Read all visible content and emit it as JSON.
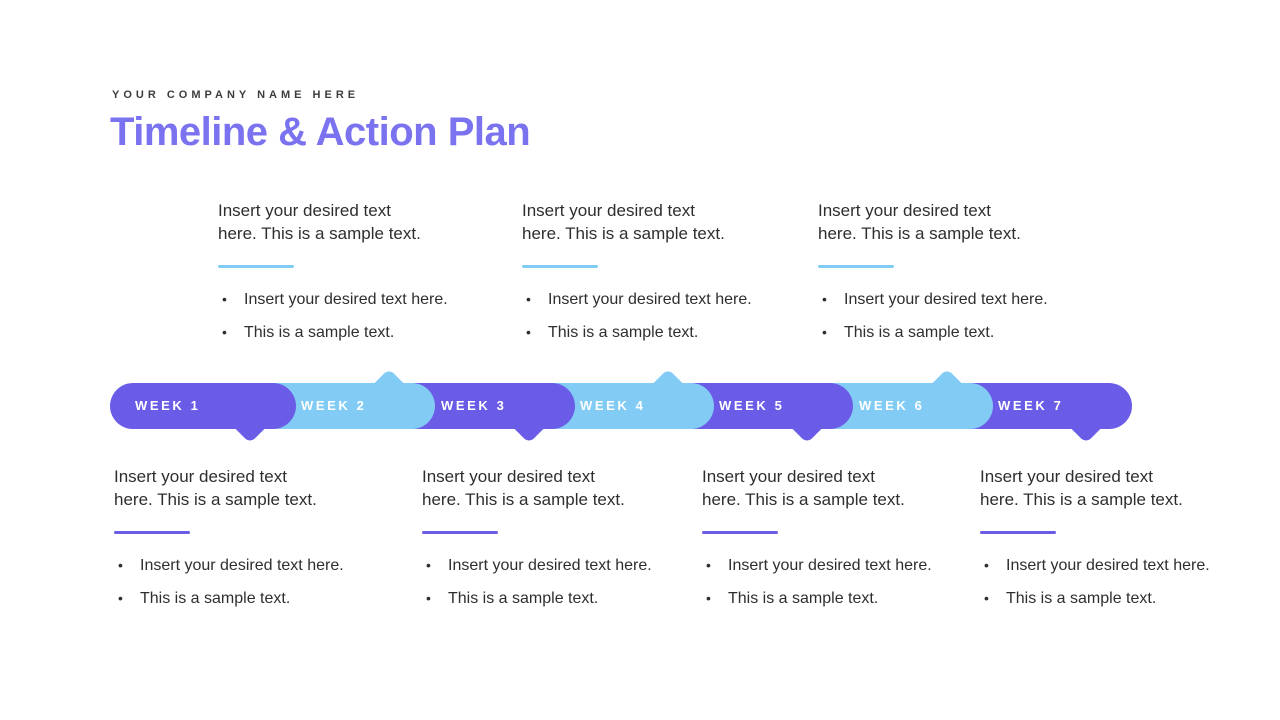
{
  "header": {
    "company_name": "YOUR COMPANY NAME HERE",
    "title": "Timeline & Action Plan"
  },
  "glyphs": {
    "bullet": "•"
  },
  "colors": {
    "title_purple": "#7b72f0",
    "pill_purple": "#6b5ce8",
    "pill_blue": "#82cbf4",
    "body_text": "#2e2e2e"
  },
  "timeline": {
    "weeks": [
      {
        "label": "WEEK 1",
        "color": "purple"
      },
      {
        "label": "WEEK 2",
        "color": "blue"
      },
      {
        "label": "WEEK 3",
        "color": "purple"
      },
      {
        "label": "WEEK 4",
        "color": "blue"
      },
      {
        "label": "WEEK 5",
        "color": "purple"
      },
      {
        "label": "WEEK 6",
        "color": "blue"
      },
      {
        "label": "WEEK 7",
        "color": "purple"
      }
    ]
  },
  "top_blocks": [
    {
      "paragraph_line1": "Insert your desired text",
      "paragraph_line2": "here. This is a sample text.",
      "accent": "blue",
      "bullets": [
        "Insert your desired text here.",
        "This is a sample text."
      ]
    },
    {
      "paragraph_line1": "Insert your desired text",
      "paragraph_line2": "here. This is a sample text.",
      "accent": "blue",
      "bullets": [
        "Insert your desired text here.",
        "This is a sample text."
      ]
    },
    {
      "paragraph_line1": "Insert your desired text",
      "paragraph_line2": "here. This is a sample text.",
      "accent": "blue",
      "bullets": [
        "Insert your desired text here.",
        "This is a sample text."
      ]
    }
  ],
  "bottom_blocks": [
    {
      "paragraph_line1": "Insert your desired text",
      "paragraph_line2": "here. This is a sample text.",
      "accent": "purple",
      "bullets": [
        "Insert your desired text here.",
        "This is a sample text."
      ]
    },
    {
      "paragraph_line1": "Insert your desired text",
      "paragraph_line2": "here. This is a sample text.",
      "accent": "purple",
      "bullets": [
        "Insert your desired text here.",
        "This is a sample text."
      ]
    },
    {
      "paragraph_line1": "Insert your desired text",
      "paragraph_line2": "here. This is a sample text.",
      "accent": "purple",
      "bullets": [
        "Insert your desired text here.",
        "This is a sample text."
      ]
    },
    {
      "paragraph_line1": "Insert your desired text",
      "paragraph_line2": "here. This is a sample text.",
      "accent": "purple",
      "bullets": [
        "Insert your desired text here.",
        "This is a sample text."
      ]
    }
  ]
}
